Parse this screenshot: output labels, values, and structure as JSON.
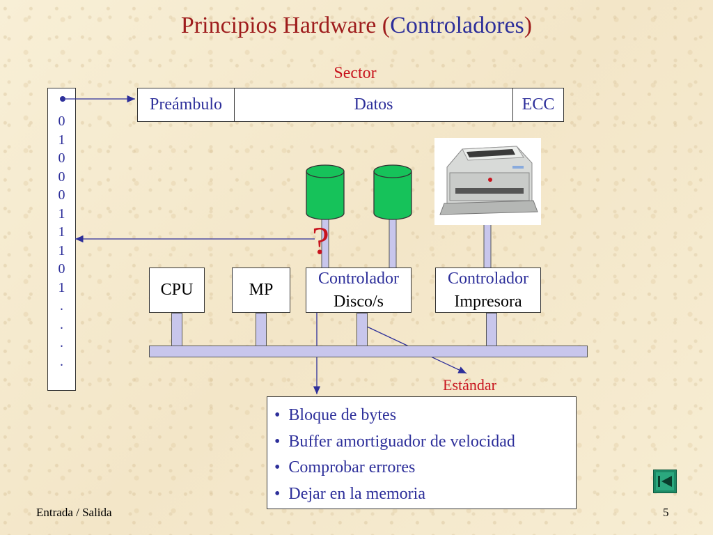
{
  "title": {
    "part1": "Principios Hardware (",
    "highlight": "Controladores",
    "part2": ")"
  },
  "sector": {
    "label": "Sector",
    "fields": [
      "Preámbulo",
      "Datos",
      "ECC"
    ]
  },
  "bits": [
    "0",
    "1",
    "0",
    "0",
    "0",
    "1",
    "1",
    "1",
    "0",
    "1",
    ".",
    ".",
    ".",
    "."
  ],
  "components": {
    "cpu": "CPU",
    "mp": "MP",
    "disk_controller": {
      "line1": "Controlador",
      "line2": "Disco/s"
    },
    "printer_controller": {
      "line1": "Controlador",
      "line2": "Impresora"
    }
  },
  "question_mark": "?",
  "standard_label": "Estándar",
  "notes": [
    "Bloque de bytes",
    "Buffer amortiguador de velocidad",
    "Comprobar errores",
    "Dejar en la memoria"
  ],
  "footer": {
    "left": "Entrada / Salida",
    "page": "5"
  },
  "colors": {
    "title_red": "#9e1c1c",
    "text_blue": "#2d2f9a",
    "accent_red": "#c8141e",
    "disk_green": "#16c25a",
    "bus_lavender": "#c8c6ec"
  },
  "icons": {
    "disk": "disk-cylinder-icon",
    "printer": "printer-icon",
    "back": "go-back-icon"
  }
}
